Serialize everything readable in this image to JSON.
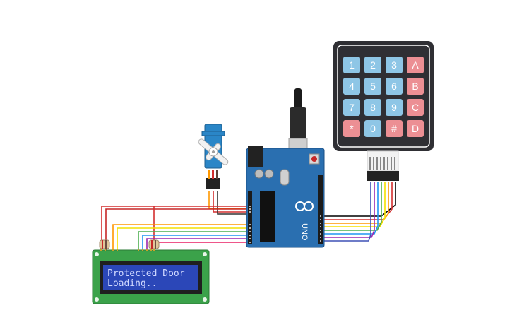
{
  "lcd": {
    "line1": "Protected Door",
    "line2": "Loading.."
  },
  "keypad": {
    "keys": [
      [
        "1",
        "2",
        "3",
        "A"
      ],
      [
        "4",
        "5",
        "6",
        "B"
      ],
      [
        "7",
        "8",
        "9",
        "C"
      ],
      [
        "*",
        "0",
        "#",
        "D"
      ]
    ],
    "colors": {
      "number": "#8ec6e6",
      "letter": "#ec8f94",
      "body": "#2f2f34"
    }
  },
  "arduino": {
    "model": "UNO",
    "color": "#2a6fb0"
  },
  "wire_colors": [
    "#d32f2f",
    "#ff9800",
    "#f3e000",
    "#4caf50",
    "#2196f3",
    "#3f51b5",
    "#9c27b0",
    "#e91e63",
    "#000000"
  ]
}
